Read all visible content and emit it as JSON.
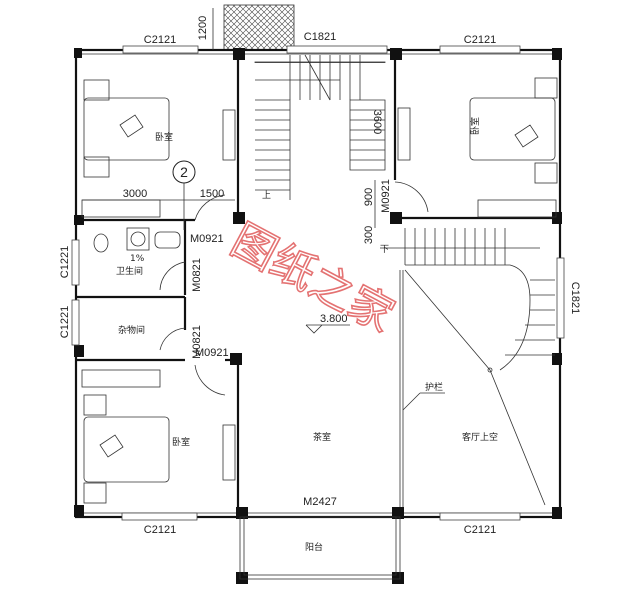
{
  "plan": {
    "windows": {
      "top_left": "C2121",
      "top_stair": "C1821",
      "top_right": "C2121",
      "bottom_left": "C2121",
      "bottom_right": "C2121",
      "left_bath": "C1221",
      "left_storage": "C1221",
      "right_stair": "C1821"
    },
    "doors": {
      "bath_door": "M0921",
      "bath_side": "M0821",
      "storage_side": "M0821",
      "bedroom_bl": "M0921",
      "bedroom_r": "M0921",
      "balcony": "M2427"
    },
    "dimensions": {
      "top_ext": "1200",
      "bed_width": "3000",
      "corridor": "1500",
      "stair_len": "3600",
      "d900": "900",
      "d300": "300"
    },
    "axis_marker": "2",
    "elevation": "3.800",
    "slope": "1%",
    "stair_up": "上",
    "stair_down": "下",
    "rooms": {
      "bedroom_tl": "卧室",
      "bedroom_tr": "卧室",
      "bedroom_bl": "卧室",
      "bathroom": "卫生间",
      "storage": "杂物间",
      "tea_room": "茶室",
      "living_void": "客厅上空",
      "railing": "护栏",
      "balcony": "阳台"
    },
    "watermark": "图纸之家",
    "colors": {
      "wall": "#111111",
      "watermark": "#e05a5a"
    }
  }
}
